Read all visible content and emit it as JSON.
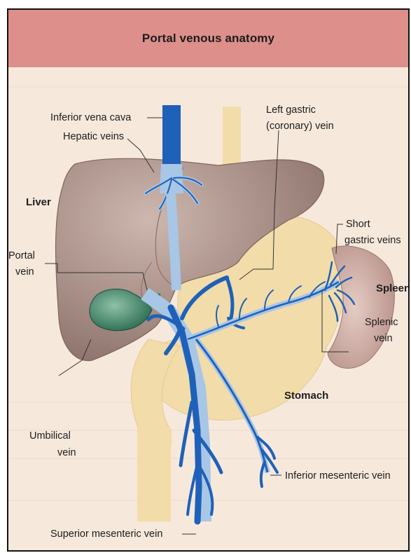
{
  "title": "Portal venous anatomy",
  "labels": {
    "inferior_vena_cava": "Inferior vena cava",
    "hepatic_veins": "Hepatic veins",
    "left_gastric_line1": "Left gastric",
    "left_gastric_line2": "(coronary) vein",
    "liver": "Liver",
    "short_gastric_line1": "Short",
    "short_gastric_line2": "gastric veins",
    "portal_line1": "Portal",
    "portal_line2": "vein",
    "spleen": "Spleen",
    "splenic_line1": "Splenic",
    "splenic_line2": "vein",
    "stomach": "Stomach",
    "umbilical_line1": "Umbilical",
    "umbilical_line2": "vein",
    "inferior_mesenteric": "Inferior mesenteric vein",
    "superior_mesenteric": "Superior mesenteric vein"
  },
  "colors": {
    "header": "#dc8f8b",
    "background": "#f6e9dc",
    "liver": "#a58c84",
    "stomach": "#f2dcaa",
    "spleen": "#c4a29a",
    "gallbladder": "#2f7a5a",
    "vein_dark": "#1f61b8",
    "vein_light": "#a8c6e6"
  }
}
